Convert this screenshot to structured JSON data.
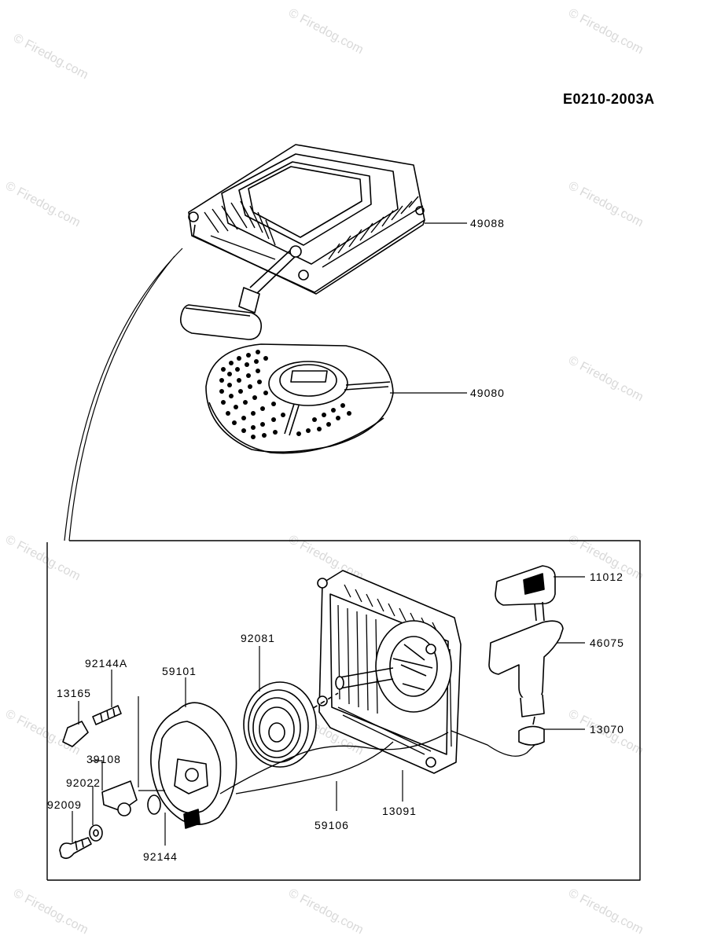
{
  "diagram_code": "E0210-2003A",
  "watermark": "© Firedog.com",
  "parts": [
    {
      "id": "p49088",
      "number": "49088"
    },
    {
      "id": "p49080",
      "number": "49080"
    },
    {
      "id": "p11012",
      "number": "11012"
    },
    {
      "id": "p46075",
      "number": "46075"
    },
    {
      "id": "p13070",
      "number": "13070"
    },
    {
      "id": "p92081",
      "number": "92081"
    },
    {
      "id": "p92144A",
      "number": "92144A"
    },
    {
      "id": "p59101",
      "number": "59101"
    },
    {
      "id": "p13165",
      "number": "13165"
    },
    {
      "id": "p39108",
      "number": "39108"
    },
    {
      "id": "p92022",
      "number": "92022"
    },
    {
      "id": "p92009",
      "number": "92009"
    },
    {
      "id": "p92144",
      "number": "92144"
    },
    {
      "id": "p59106",
      "number": "59106"
    },
    {
      "id": "p13091",
      "number": "13091"
    }
  ]
}
